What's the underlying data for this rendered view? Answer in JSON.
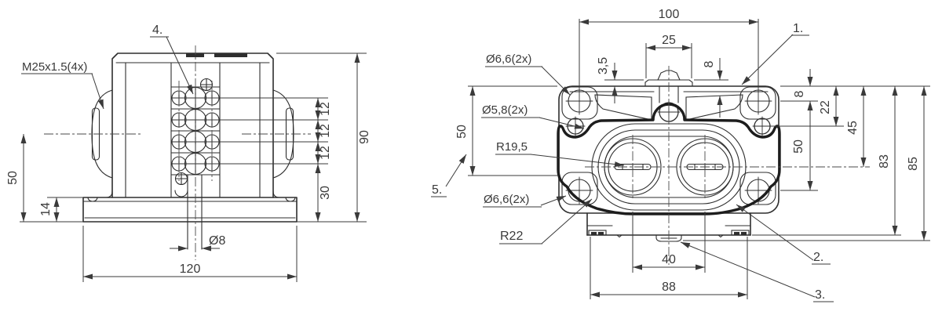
{
  "meta": {
    "background": "#ffffff",
    "line_color": "#2e2e2e",
    "text_color": "#3a3a3a",
    "drawing_type": "2-view dimensioned engineering drawing of a terminal block"
  },
  "front": {
    "callout_thread": "M25x1.5(4x)",
    "callout_item4": "4.",
    "dim_height_50": "50",
    "dim_base_14": "14",
    "dim_width_120": "120",
    "dim_hole_8": "Ø8",
    "dim_pitch_12_1": "12",
    "dim_pitch_12_2": "12",
    "dim_pitch_12_3": "12",
    "dim_bottom_30": "30",
    "dim_height_90": "90"
  },
  "side": {
    "dim_width_100": "100",
    "dim_tab_25": "25",
    "dim_tab_height_3_5": "3,5",
    "dim_step_8": "8",
    "dim_edge_8": "8",
    "dim_screw_22": "22",
    "dim_center_45": "45",
    "dim_holes_50": "50",
    "dim_depth_50": "50",
    "dim_height_83": "83",
    "dim_height_85": "85",
    "dim_centers_40": "40",
    "dim_feet_88": "88",
    "callout_hole_66_top": "Ø6,6(2x)",
    "callout_hole_58": "Ø5,8(2x)",
    "callout_r19_5": "R19,5",
    "callout_hole_66_bottom": "Ø6,6(2x)",
    "callout_r22": "R22",
    "callout_item1": "1.",
    "callout_item2": "2.",
    "callout_item3": "3.",
    "callout_item5": "5."
  }
}
